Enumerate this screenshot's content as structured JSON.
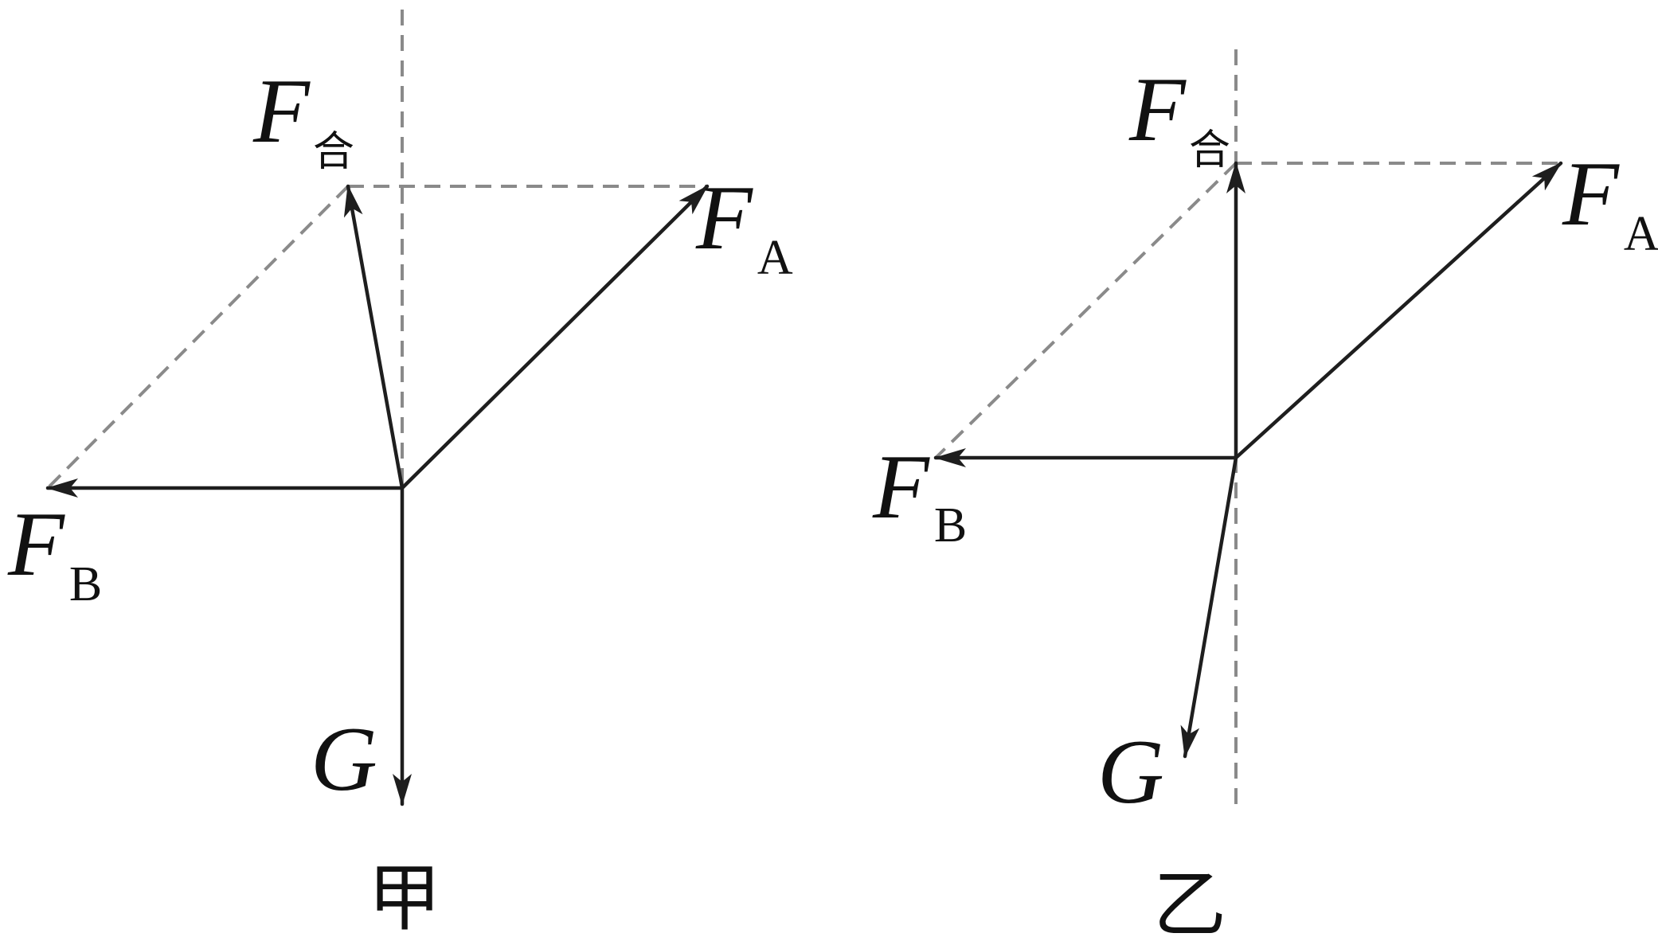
{
  "panels": [
    {
      "caption": "甲",
      "labels": {
        "F": "F",
        "resultant_sub": "合",
        "a_sub": "A",
        "b_sub": "B",
        "gravity": "G"
      }
    },
    {
      "caption": "乙",
      "labels": {
        "F": "F",
        "resultant_sub": "合",
        "a_sub": "A",
        "b_sub": "B",
        "gravity": "G"
      }
    }
  ],
  "colors": {
    "force_line": "#1e1e1e",
    "guide_line": "#8a8a8a",
    "text": "#111111"
  }
}
